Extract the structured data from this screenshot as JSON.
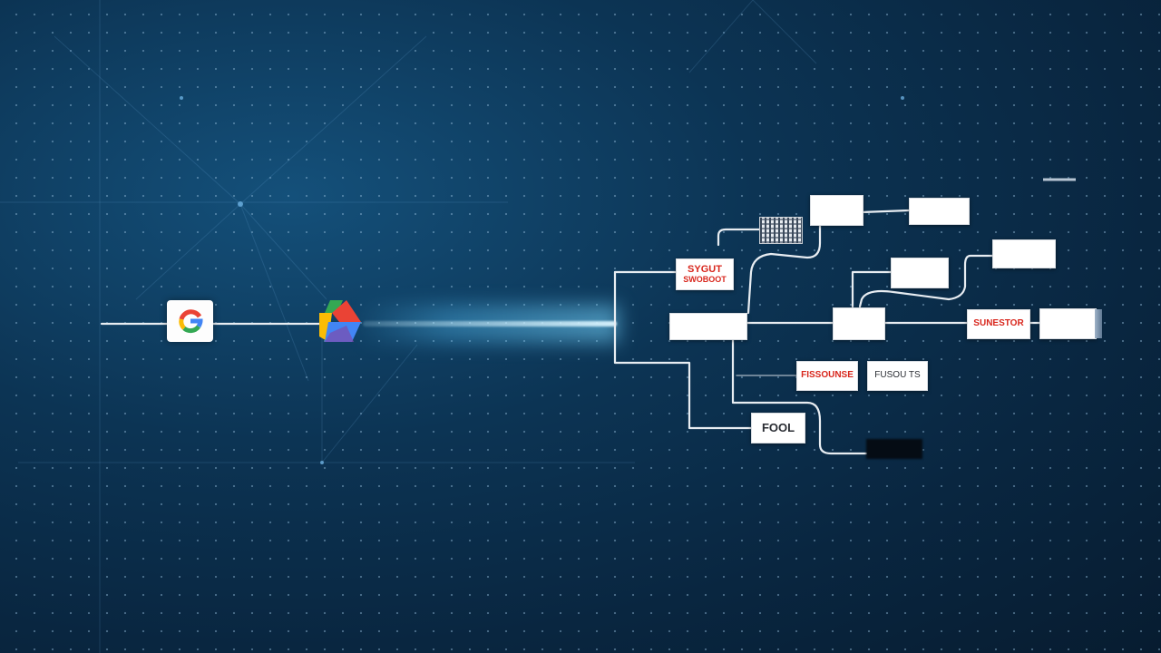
{
  "diagram": {
    "source_icon": "google-g-icon",
    "hub_icon": "google-drive-icon",
    "colors": {
      "background": "#0c3454",
      "beam": "#78d7ff",
      "wire": "#e8edf2",
      "red_text": "#d8261c",
      "google_blue": "#4285f4",
      "google_red": "#ea4335",
      "google_yellow": "#fbbc05",
      "google_green": "#34a853"
    },
    "nodes": {
      "card_a": {
        "line1": "",
        "line2": ""
      },
      "card_b": {
        "line1": "",
        "line2": ""
      },
      "card_c": {
        "line1": "SYGUT",
        "line2": "SWOBOOT"
      },
      "card_d": {
        "line1": "",
        "line2": ""
      },
      "card_e": {
        "line1": "",
        "line2": ""
      },
      "card_f": {
        "line1": "",
        "line2": ""
      },
      "card_g": {
        "line1": "SUNESTOR",
        "line2": ""
      },
      "card_h": {
        "line1": "",
        "line2": ""
      },
      "card_i": {
        "line1": "FISSOUNSE",
        "line2": ""
      },
      "card_j": {
        "line1": "FUSOU TS",
        "line2": ""
      },
      "card_k": {
        "line1": "FOOL",
        "line2": ""
      },
      "card_l": {
        "line1": "",
        "line2": ""
      }
    }
  }
}
